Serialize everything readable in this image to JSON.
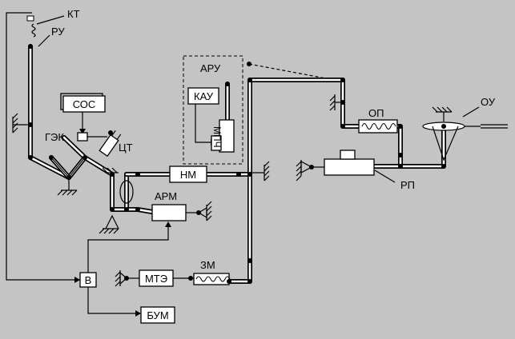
{
  "labels": {
    "kt": "КТ",
    "ru": "РУ",
    "sos": "СОС",
    "gek": "ГЭК",
    "ct": "ЦТ",
    "nm": "НМ",
    "arm": "АРМ",
    "aru": "АРУ",
    "kau": "КАУ",
    "mpch": "МПЧ",
    "op": "ОП",
    "ou": "ОУ",
    "rp": "РП",
    "v": "В",
    "mte": "МТЭ",
    "zm": "ЗМ",
    "bum": "БУМ"
  },
  "colors": {
    "background": "#c4c4c4",
    "line": "#000000",
    "box_fill": "#ffffff"
  }
}
